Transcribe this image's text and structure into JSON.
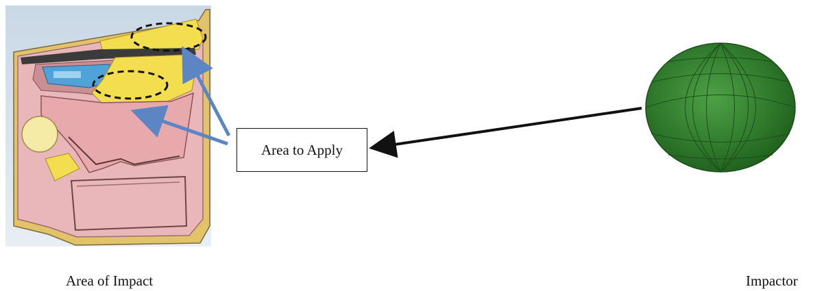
{
  "figure": {
    "callout_label": "Area to Apply",
    "left_caption": "Area of Impact",
    "right_caption": "Impactor"
  },
  "colors": {
    "panel_pink": "#e9b7b9",
    "highlight_yellow": "#f2de4f",
    "impactor_green": "#2f7a2c",
    "arrow_blue": "#5b86c3",
    "arrow_black": "#111111"
  },
  "icons": {
    "door": "door-panel-illustration",
    "sphere": "impactor-sphere"
  }
}
